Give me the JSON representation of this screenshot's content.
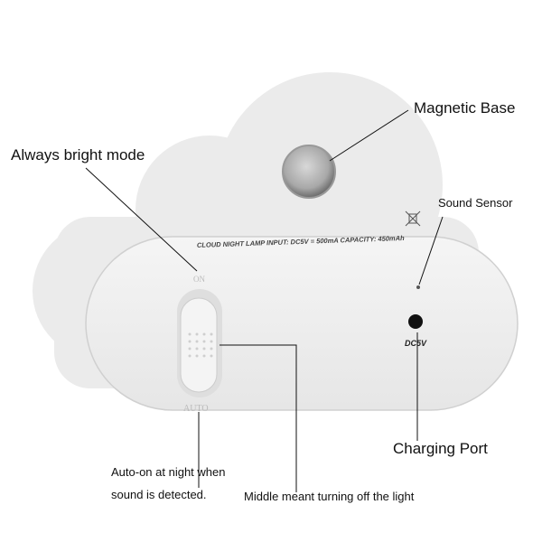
{
  "labels": {
    "magnetic_base": "Magnetic Base",
    "always_bright": "Always bright mode",
    "sound_sensor": "Sound Sensor",
    "charging_port": "Charging Port",
    "auto_on_line1": "Auto-on at night when",
    "auto_on_line2": "sound is detected.",
    "middle_off": "Middle meant turning off the light"
  },
  "device": {
    "print_text": "CLOUD NIGHT LAMP   INPUT: DC5V = 500mA  CAPACITY: 450mAh",
    "switch_on": "ON",
    "switch_auto": "AUTO",
    "port_label": "DC5V"
  },
  "colors": {
    "body": "#eeeeee",
    "shadow": "#d4d4d4",
    "line": "#111111"
  }
}
